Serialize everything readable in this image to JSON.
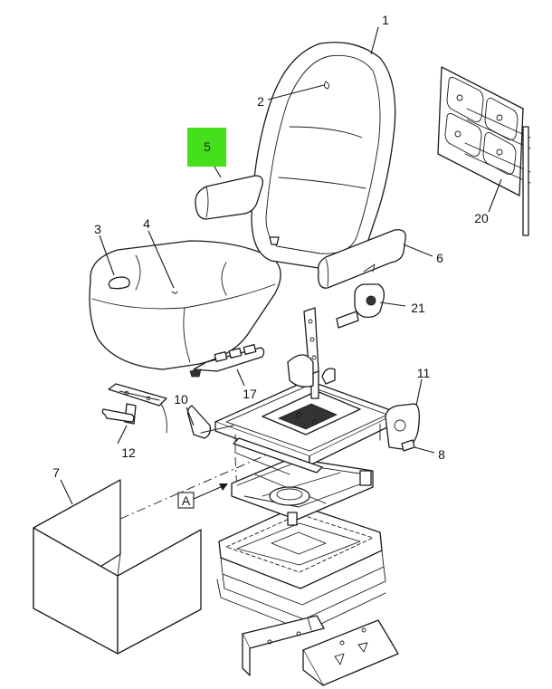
{
  "callouts": {
    "c1": "1",
    "c2": "2",
    "c3": "3",
    "c4": "4",
    "c5": "5",
    "c6": "6",
    "c7": "7",
    "c8": "8",
    "c10": "10",
    "c11": "11",
    "c12": "12",
    "c17": "17",
    "c20": "20",
    "c21": "21",
    "view_a": "A"
  },
  "colors": {
    "highlight": "#43e01b",
    "ink": "#1a1a1a",
    "background": "#ffffff"
  }
}
